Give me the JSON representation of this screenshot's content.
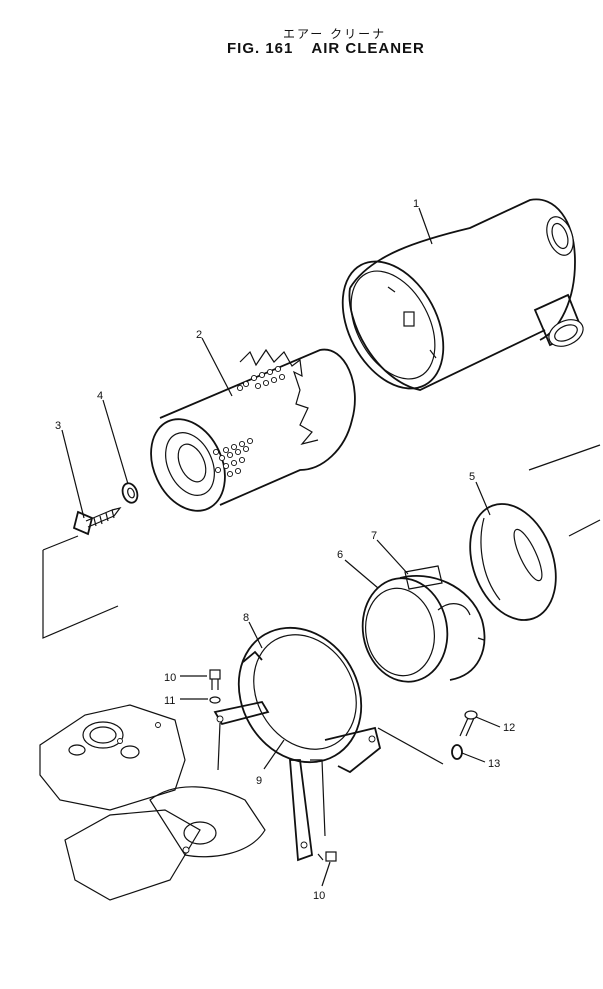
{
  "title_jp": "エアー クリーナ",
  "fig_number": "FIG. 161",
  "fig_title": "AIR CLEANER",
  "callouts": [
    "1",
    "2",
    "3",
    "4",
    "5",
    "6",
    "7",
    "8",
    "9",
    "10",
    "11",
    "12",
    "13",
    "10"
  ]
}
